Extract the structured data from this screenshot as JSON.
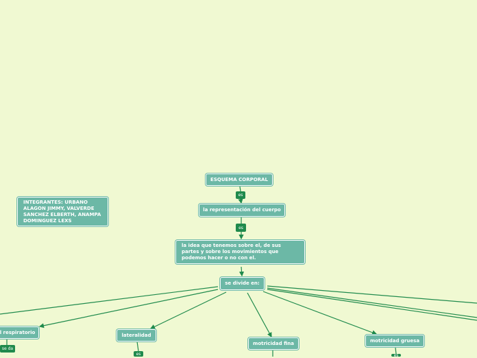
{
  "colors": {
    "background": "#f0f9d2",
    "node": "#6cb8a6",
    "link_label": "#1f8a4c",
    "line": "#1f8a4c"
  },
  "authors": "INTEGRANTES: URBANO ALAGON JIMMY, VALVERDE SANCHEZ ELBERTH, ANAMPA DOMINGUEZ LEXS",
  "nodes": {
    "root": "ESQUEMA CORPORAL",
    "definition": "la representación del cuerpo",
    "idea": "la idea que tenemos sobre el, de sus partes y sobre los movimientos que podemos hacer o no con el.",
    "divide": "se divide en:",
    "respiratorio": "l respiratorio",
    "lateralidad": "lateralidad",
    "motricidad_fina": "motricidad fina",
    "motricidad_gruesa": "motricidad gruesa"
  },
  "links": {
    "es_1": "es",
    "es_2": "es",
    "se_da": "se da",
    "es_3": "es",
    "es_4": "es"
  }
}
